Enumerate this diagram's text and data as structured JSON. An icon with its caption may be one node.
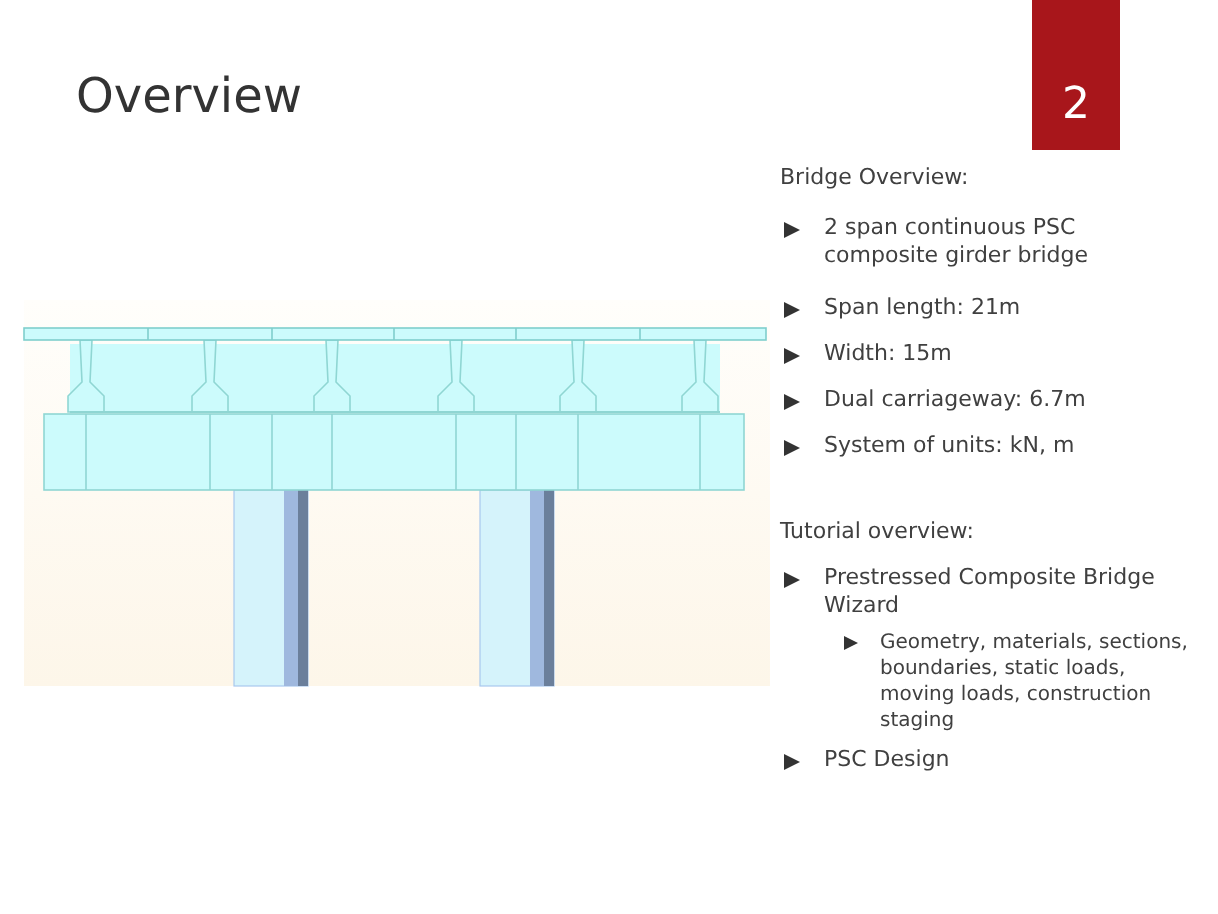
{
  "diagram": {
    "title": "Overview",
    "labels": [
      "2",
      "Bridge Overview:",
      "2 span continuous PSC composite girder bridge",
      "Span length: 21m",
      "Width: 15m",
      "Dual carriageway: 6.7m",
      "System of units: kN, m",
      "Tutorial overview:",
      "Prestressed Composite Bridge Wizard",
      "Geometry, materials, sections, boundaries, static loads, moving loads, construction staging",
      "PSC Design"
    ]
  }
}
